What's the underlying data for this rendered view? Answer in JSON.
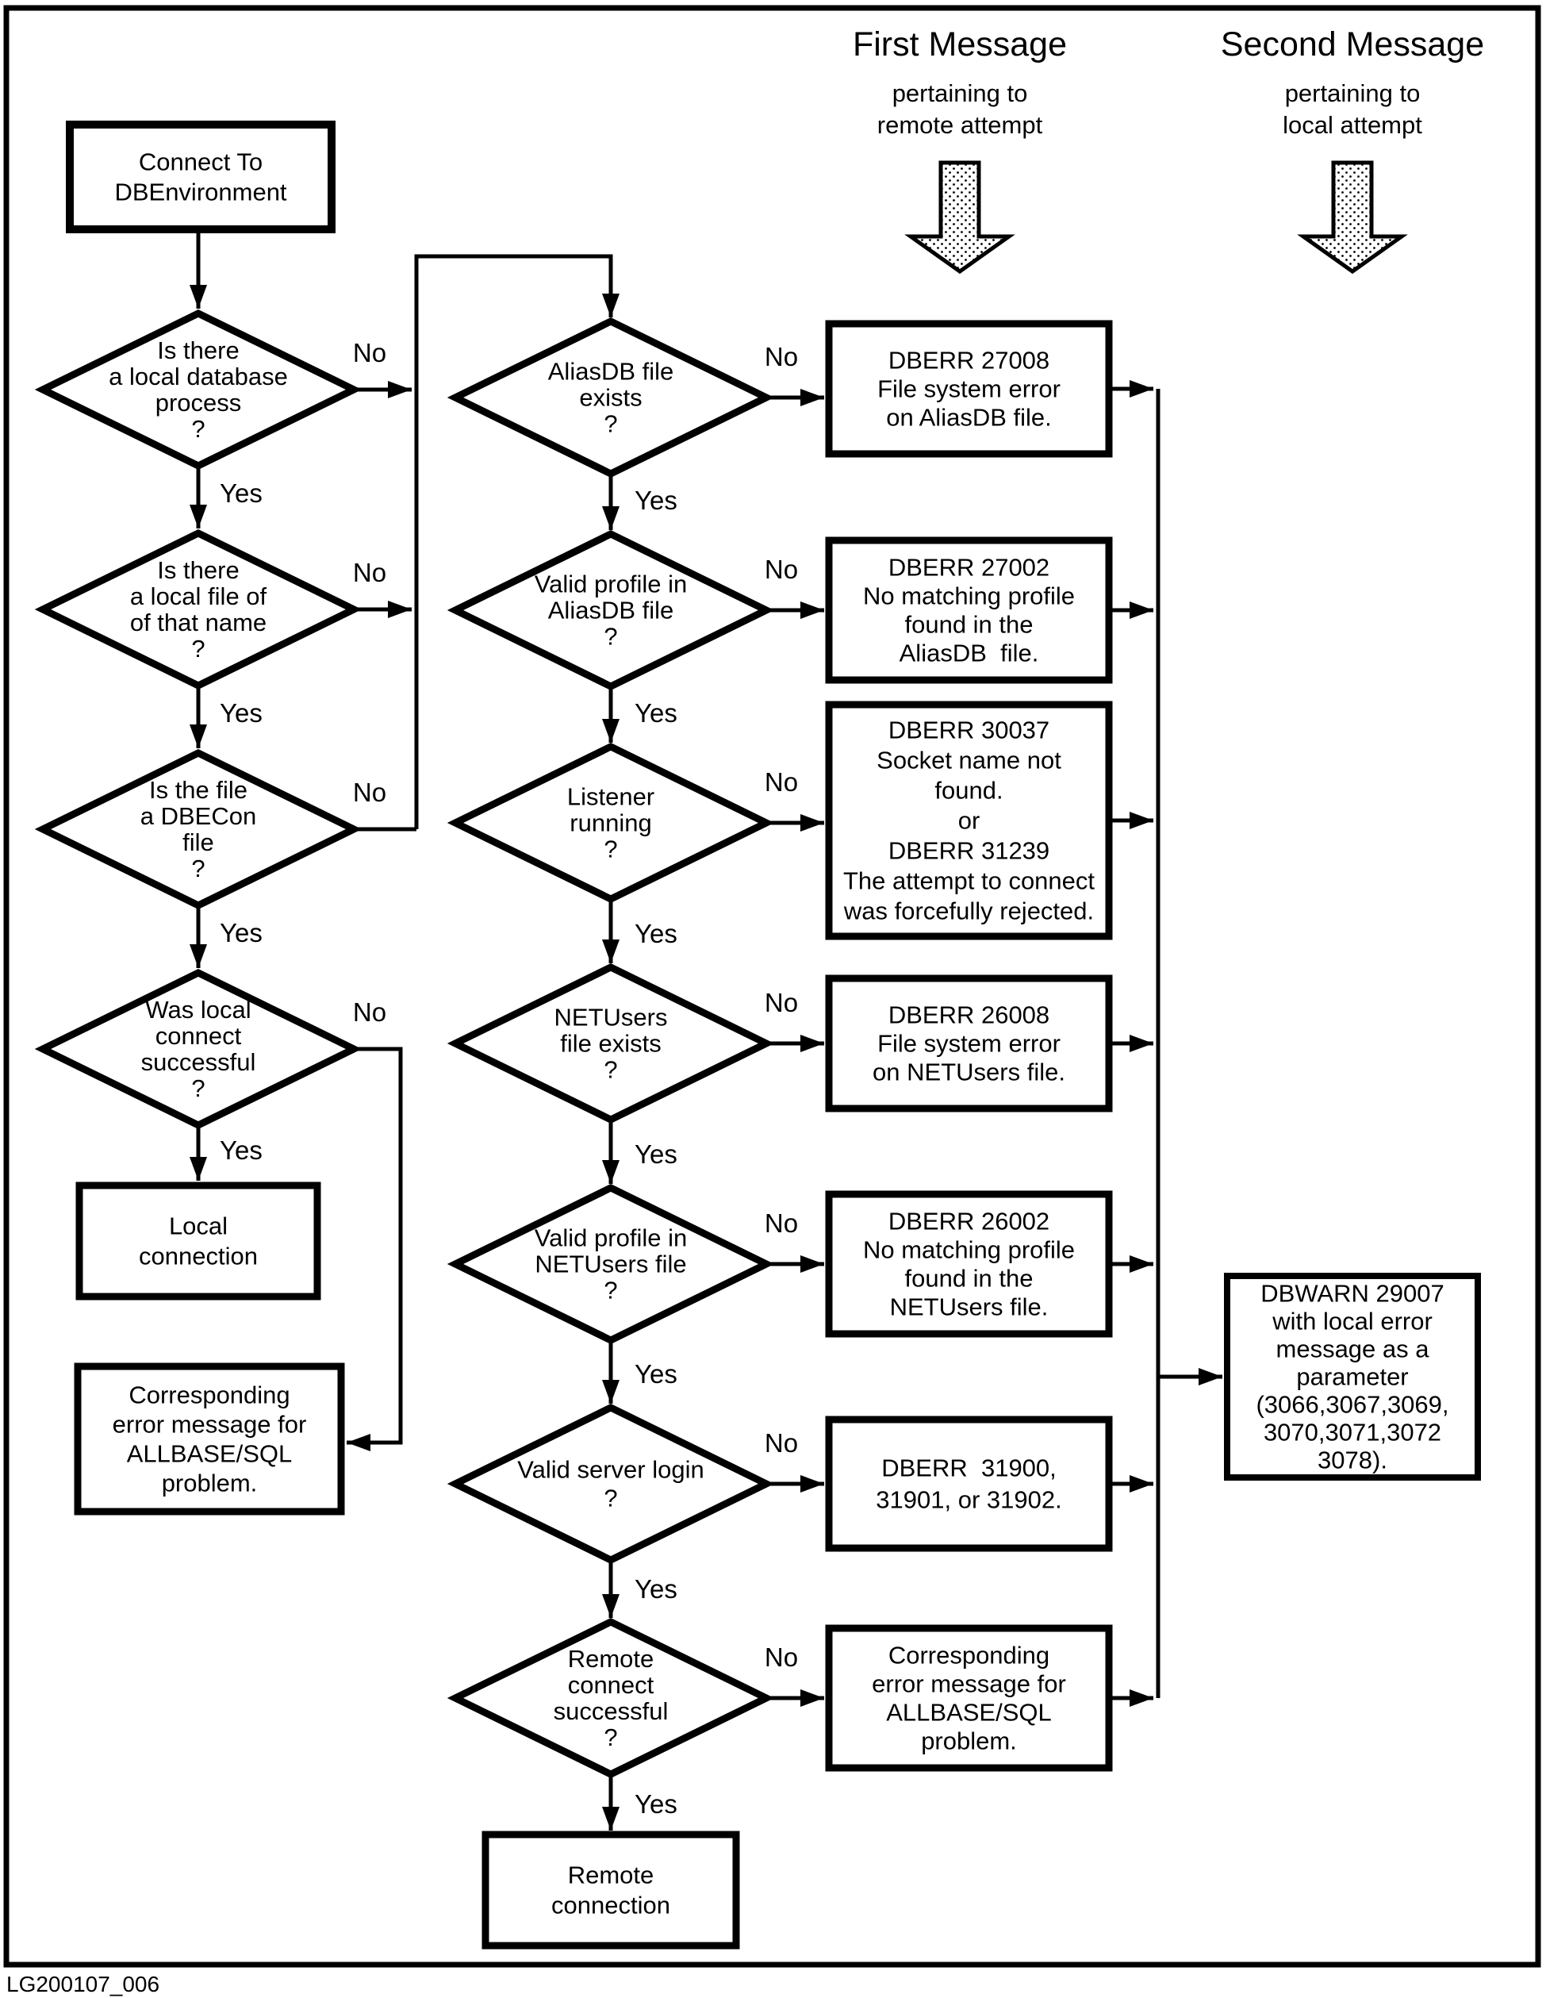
{
  "figure": {
    "caption": "LG200107_006"
  },
  "headers": [
    {
      "id": "first-message",
      "title": "First Message",
      "subtitle_lines": [
        "pertaining to",
        "remote attempt"
      ],
      "arrow_icon": "down-block-arrow"
    },
    {
      "id": "second-message",
      "title": "Second Message",
      "subtitle_lines": [
        "pertaining to",
        "local attempt"
      ],
      "arrow_icon": "down-block-arrow"
    }
  ],
  "nodes": [
    {
      "id": "connect",
      "type": "process",
      "lines": [
        "Connect To",
        "DBEnvironment"
      ]
    },
    {
      "id": "d-local-process",
      "type": "decision",
      "lines": [
        "Is there",
        "a local database",
        "process",
        "?"
      ]
    },
    {
      "id": "d-local-file",
      "type": "decision",
      "lines": [
        "Is there",
        "a local file of",
        "of that name",
        "?"
      ]
    },
    {
      "id": "d-dbecon",
      "type": "decision",
      "lines": [
        "Is the file",
        "a DBECon",
        "file",
        "?"
      ]
    },
    {
      "id": "d-local-connect",
      "type": "decision",
      "lines": [
        "Was local",
        "connect",
        "successful",
        "?"
      ]
    },
    {
      "id": "local-connection",
      "type": "process",
      "lines": [
        "Local",
        "connection"
      ]
    },
    {
      "id": "local-error",
      "type": "process",
      "lines": [
        "Corresponding",
        "error message for",
        "ALLBASE/SQL",
        "problem."
      ]
    },
    {
      "id": "d-aliasdb-exists",
      "type": "decision",
      "lines": [
        "AliasDB file",
        "exists",
        "?"
      ]
    },
    {
      "id": "d-aliasdb-profile",
      "type": "decision",
      "lines": [
        "Valid profile in",
        "AliasDB file",
        "?"
      ]
    },
    {
      "id": "d-listener",
      "type": "decision",
      "lines": [
        "Listener",
        "running",
        "?"
      ]
    },
    {
      "id": "d-netusers-exists",
      "type": "decision",
      "lines": [
        "NETUsers",
        "file exists",
        "?"
      ]
    },
    {
      "id": "d-netusers-profile",
      "type": "decision",
      "lines": [
        "Valid profile in",
        "NETUsers file",
        "?"
      ]
    },
    {
      "id": "d-server-login",
      "type": "decision",
      "lines": [
        "Valid server login",
        "?"
      ]
    },
    {
      "id": "d-remote-connect",
      "type": "decision",
      "lines": [
        "Remote",
        "connect",
        "successful",
        "?"
      ]
    },
    {
      "id": "remote-connection",
      "type": "process",
      "lines": [
        "Remote",
        "connection"
      ]
    },
    {
      "id": "err-27008",
      "type": "error",
      "lines": [
        "DBERR 27008",
        "File system error",
        "on AliasDB file."
      ]
    },
    {
      "id": "err-27002",
      "type": "error",
      "lines": [
        "DBERR 27002",
        "No matching profile",
        "found in the",
        "AliasDB  file."
      ]
    },
    {
      "id": "err-30037",
      "type": "error",
      "lines": [
        "DBERR 30037",
        "Socket name not",
        "found.",
        "or",
        "DBERR 31239",
        "The attempt to connect",
        "was forcefully rejected."
      ]
    },
    {
      "id": "err-26008",
      "type": "error",
      "lines": [
        "DBERR 26008",
        "File system error",
        "on NETUsers file."
      ]
    },
    {
      "id": "err-26002",
      "type": "error",
      "lines": [
        "DBERR 26002",
        "No matching profile",
        "found in the",
        "NETUsers file."
      ]
    },
    {
      "id": "err-31900",
      "type": "error",
      "lines": [
        "DBERR  31900,",
        "31901, or 31902."
      ]
    },
    {
      "id": "remote-error",
      "type": "error",
      "lines": [
        "Corresponding",
        "error message for",
        "ALLBASE/SQL",
        "problem."
      ]
    },
    {
      "id": "dbwarn-29007",
      "type": "warning",
      "lines": [
        "DBWARN 29007",
        "with local error",
        "message as a",
        "parameter",
        "(3066,3067,3069,",
        "3070,3071,3072",
        "3078)."
      ]
    }
  ],
  "edges": [
    {
      "from": "connect",
      "to": "d-local-process"
    },
    {
      "from": "d-local-process",
      "to": "d-local-file",
      "label": "Yes"
    },
    {
      "from": "d-local-process",
      "to": "remote-branch",
      "label": "No"
    },
    {
      "from": "d-local-file",
      "to": "d-dbecon",
      "label": "Yes"
    },
    {
      "from": "d-local-file",
      "to": "remote-branch",
      "label": "No"
    },
    {
      "from": "d-dbecon",
      "to": "d-local-connect",
      "label": "Yes"
    },
    {
      "from": "d-dbecon",
      "to": "remote-branch",
      "label": "No"
    },
    {
      "from": "remote-branch",
      "to": "d-aliasdb-exists"
    },
    {
      "from": "d-local-connect",
      "to": "local-connection",
      "label": "Yes"
    },
    {
      "from": "d-local-connect",
      "to": "local-error",
      "label": "No"
    },
    {
      "from": "d-aliasdb-exists",
      "to": "d-aliasdb-profile",
      "label": "Yes"
    },
    {
      "from": "d-aliasdb-exists",
      "to": "err-27008",
      "label": "No"
    },
    {
      "from": "d-aliasdb-profile",
      "to": "d-listener",
      "label": "Yes"
    },
    {
      "from": "d-aliasdb-profile",
      "to": "err-27002",
      "label": "No"
    },
    {
      "from": "d-listener",
      "to": "d-netusers-exists",
      "label": "Yes"
    },
    {
      "from": "d-listener",
      "to": "err-30037",
      "label": "No"
    },
    {
      "from": "d-netusers-exists",
      "to": "d-netusers-profile",
      "label": "Yes"
    },
    {
      "from": "d-netusers-exists",
      "to": "err-26008",
      "label": "No"
    },
    {
      "from": "d-netusers-profile",
      "to": "d-server-login",
      "label": "Yes"
    },
    {
      "from": "d-netusers-profile",
      "to": "err-26002",
      "label": "No"
    },
    {
      "from": "d-server-login",
      "to": "d-remote-connect",
      "label": "Yes"
    },
    {
      "from": "d-server-login",
      "to": "err-31900",
      "label": "No"
    },
    {
      "from": "d-remote-connect",
      "to": "remote-connection",
      "label": "Yes"
    },
    {
      "from": "d-remote-connect",
      "to": "remote-error",
      "label": "No"
    },
    {
      "from": "err-27008",
      "to": "message-collector"
    },
    {
      "from": "err-27002",
      "to": "message-collector"
    },
    {
      "from": "err-30037",
      "to": "message-collector"
    },
    {
      "from": "err-26008",
      "to": "message-collector"
    },
    {
      "from": "err-26002",
      "to": "message-collector"
    },
    {
      "from": "err-31900",
      "to": "message-collector"
    },
    {
      "from": "remote-error",
      "to": "message-collector"
    },
    {
      "from": "message-collector",
      "to": "dbwarn-29007"
    },
    {
      "from": "message-collector",
      "to": "message-collector",
      "role": "spine"
    }
  ],
  "colors": {
    "ink": "#000000",
    "paper": "#ffffff"
  }
}
